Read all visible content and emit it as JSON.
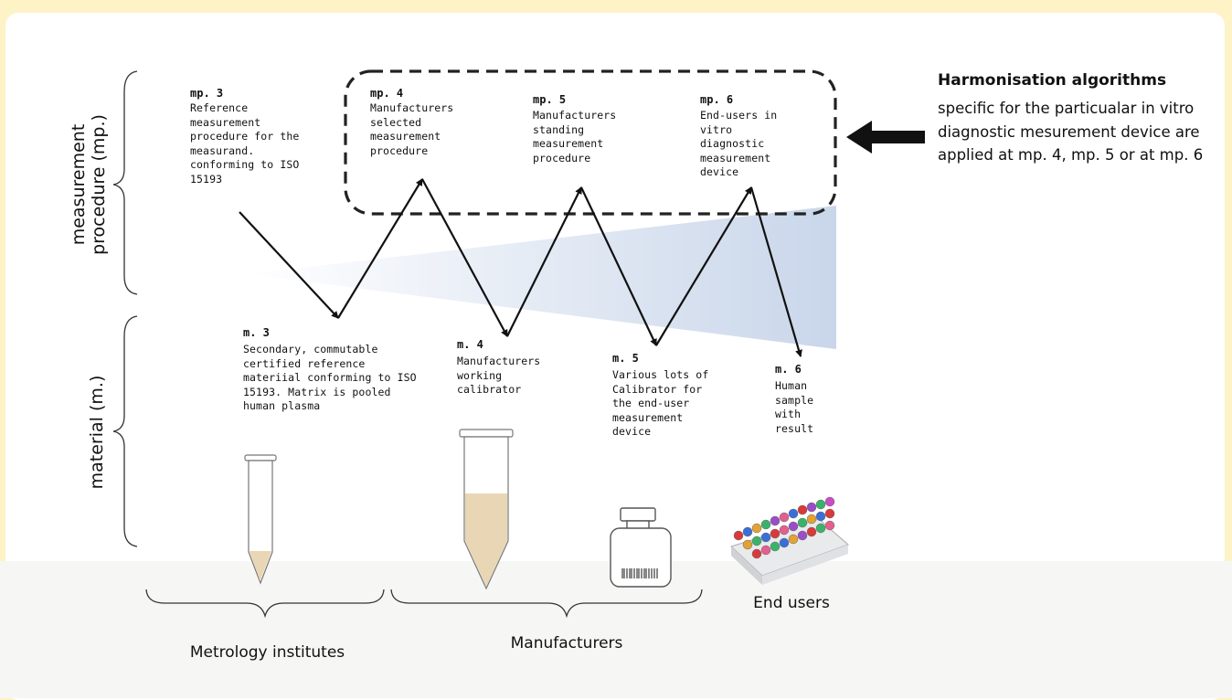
{
  "axes": {
    "mp_label": "measurement procedure (mp.)",
    "m_label": "material (m.)"
  },
  "procedures": [
    {
      "code": "mp. 3",
      "desc": "Reference measurement procedure for the measurand. conforming to ISO 15193"
    },
    {
      "code": "mp. 4",
      "desc": "Manufacturers selected measurement procedure"
    },
    {
      "code": "mp. 5",
      "desc": "Manufacturers standing measurement procedure"
    },
    {
      "code": "mp. 6",
      "desc": "End-users in vitro diagnostic measurement device"
    }
  ],
  "materials": [
    {
      "code": "m. 3",
      "desc": "Secondary, commutable certified reference materiial conforming to ISO 15193. Matrix is pooled human plasma"
    },
    {
      "code": "m. 4",
      "desc": "Manufacturers working calibrator"
    },
    {
      "code": "m. 5",
      "desc": "Various lots of Calibrator for the end-user measurement device"
    },
    {
      "code": "m. 6",
      "desc": "Human sample with result"
    }
  ],
  "harmonisation": {
    "title": "Harmonisation algorithms",
    "text": "specific for the particualar in vitro diagnostic mesurement device are applied at mp. 4, mp. 5 or at mp. 6"
  },
  "groups": {
    "metrology": "Metrology institutes",
    "manufacturers": "Manufacturers",
    "end_users": "End users"
  },
  "colors": {
    "page_bg": "#fdf3c6",
    "card_bg": "#ffffff",
    "shade": "#c9d6ea",
    "liquid": "#e8d6b4"
  }
}
